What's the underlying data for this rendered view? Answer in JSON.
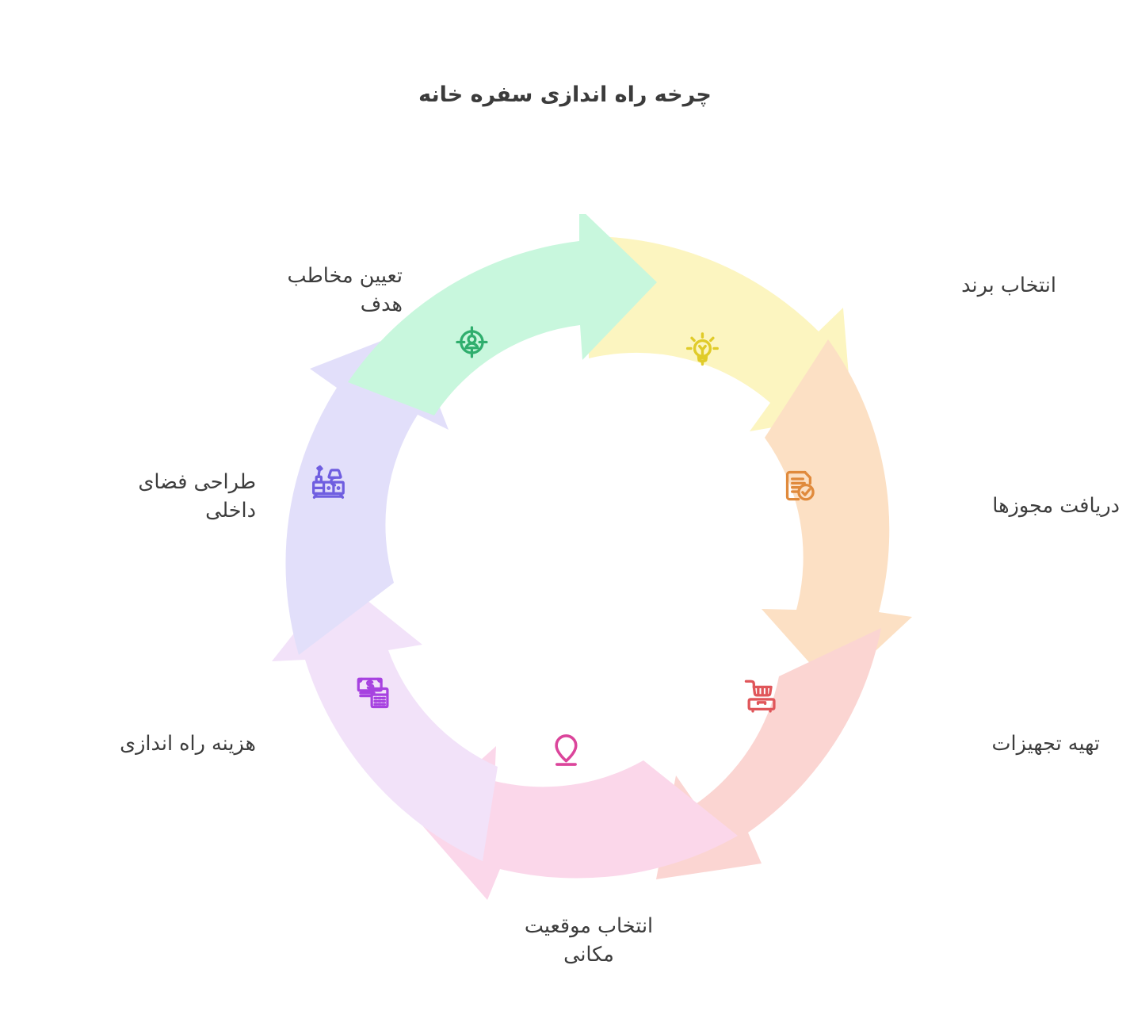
{
  "title": "چرخه راه اندازی سفره خانه",
  "chart_data": {
    "type": "pie",
    "title": "چرخه راه اندازی سفره خانه",
    "subtype": "circular-arrow-cycle",
    "direction": "clockwise",
    "segment_count": 7,
    "legend_position": "around-ring",
    "categories": [
      "انتخاب برند",
      "دریافت مجوزها",
      "تهیه تجهیزات",
      "انتخاب موقعیت مکانی",
      "هزینه راه اندازی",
      "طراحی فضای داخلی",
      "تعیین مخاطب هدف"
    ],
    "values": [
      1,
      1,
      1,
      1,
      1,
      1,
      1
    ],
    "xlabel": "",
    "ylabel": ""
  },
  "segments": [
    {
      "id": "brand",
      "label": "انتخاب برند",
      "icon": "lightbulb-icon",
      "fill": "#fcf5c0",
      "stroke": "#e0cb29",
      "order": 1
    },
    {
      "id": "permits",
      "label": "دریافت مجوزها",
      "icon": "document-check-icon",
      "fill": "#fce0c4",
      "stroke": "#e08a3c",
      "order": 2
    },
    {
      "id": "equipment",
      "label": "تهیه تجهیزات",
      "icon": "fryer-icon",
      "fill": "#fbd5d2",
      "stroke": "#e0565a",
      "order": 3
    },
    {
      "id": "location",
      "label": "انتخاب موقعیت\nمکانی",
      "icon": "location-pin-icon",
      "fill": "#fbd7ea",
      "stroke": "#db459b",
      "order": 4
    },
    {
      "id": "cost",
      "label": "هزینه راه اندازی",
      "icon": "money-calculator-icon",
      "fill": "#f2e2f9",
      "stroke": "#a742e0",
      "order": 5
    },
    {
      "id": "interior",
      "label": "طراحی فضای\nداخلی",
      "icon": "furniture-lamp-icon",
      "fill": "#e2dffa",
      "stroke": "#6f5ee0",
      "order": 6
    },
    {
      "id": "audience",
      "label": "تعیین مخاطب\nهدف",
      "icon": "target-person-icon",
      "fill": "#c8f7dd",
      "stroke": "#2fae6d",
      "order": 7
    }
  ],
  "colors": {
    "background": "#ffffff",
    "title_text": "#3b3b3b",
    "label_text": "#3c3c3c",
    "segment_gap": "#ffffff"
  }
}
